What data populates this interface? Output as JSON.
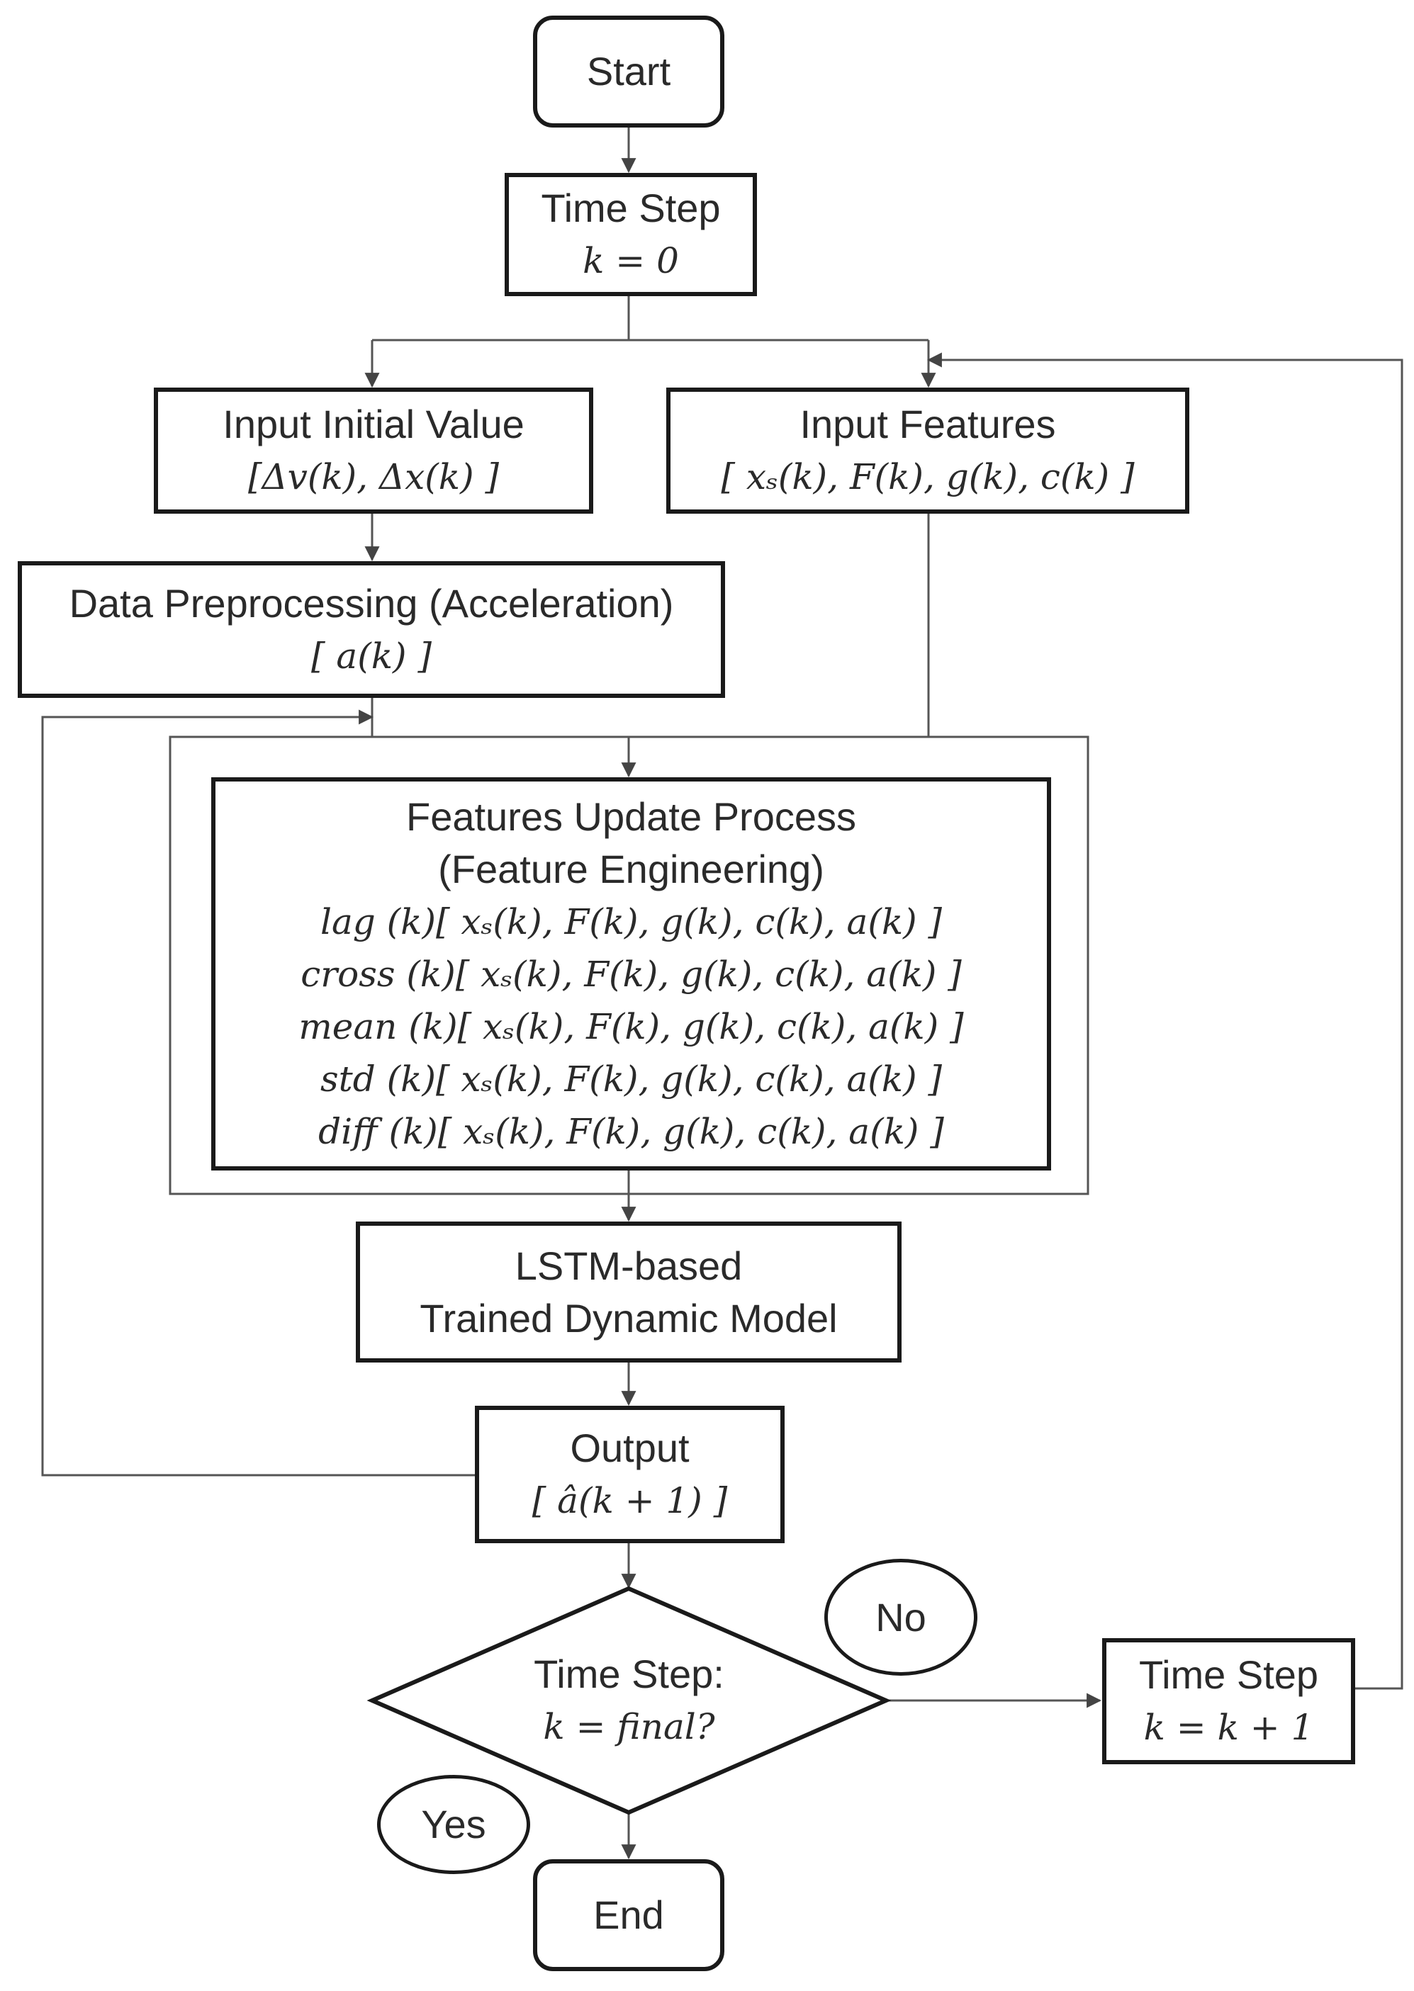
{
  "nodes": {
    "start": "Start",
    "time_step_init": {
      "title": "Time Step",
      "expr": "k = 0"
    },
    "input_initial_value": {
      "title": "Input Initial Value",
      "expr": "[Δv(k), Δx(k) ]"
    },
    "input_features": {
      "title": "Input Features",
      "expr": "[ xₛ(k), F(k), g(k), c(k) ]"
    },
    "data_preprocessing": {
      "title": "Data Preprocessing (Acceleration)",
      "expr": "[ a(k) ]"
    },
    "features_update": {
      "title": "Features Update Process",
      "subtitle": "(Feature Engineering)",
      "lines": [
        "lag (k)[ xₛ(k), F(k), g(k), c(k), a(k) ]",
        "cross (k)[ xₛ(k), F(k), g(k), c(k), a(k) ]",
        "mean (k)[ xₛ(k), F(k), g(k), c(k), a(k) ]",
        "std (k)[ xₛ(k), F(k), g(k), c(k), a(k) ]",
        "diff (k)[ xₛ(k), F(k), g(k), c(k), a(k) ]"
      ]
    },
    "lstm_model": {
      "line1": "LSTM-based",
      "line2": "Trained Dynamic Model"
    },
    "output": {
      "title": "Output",
      "expr": "[ â(k + 1) ]"
    },
    "decision": {
      "title": "Time Step:",
      "expr": "k = final?"
    },
    "time_step_increment": {
      "title": "Time Step",
      "expr": "k = k + 1"
    },
    "end": "End"
  },
  "edge_labels": {
    "no": "No",
    "yes": "Yes"
  },
  "colors": {
    "stroke": "#1a1a1a",
    "thin_line": "#555555",
    "text": "#2a2a2a"
  }
}
